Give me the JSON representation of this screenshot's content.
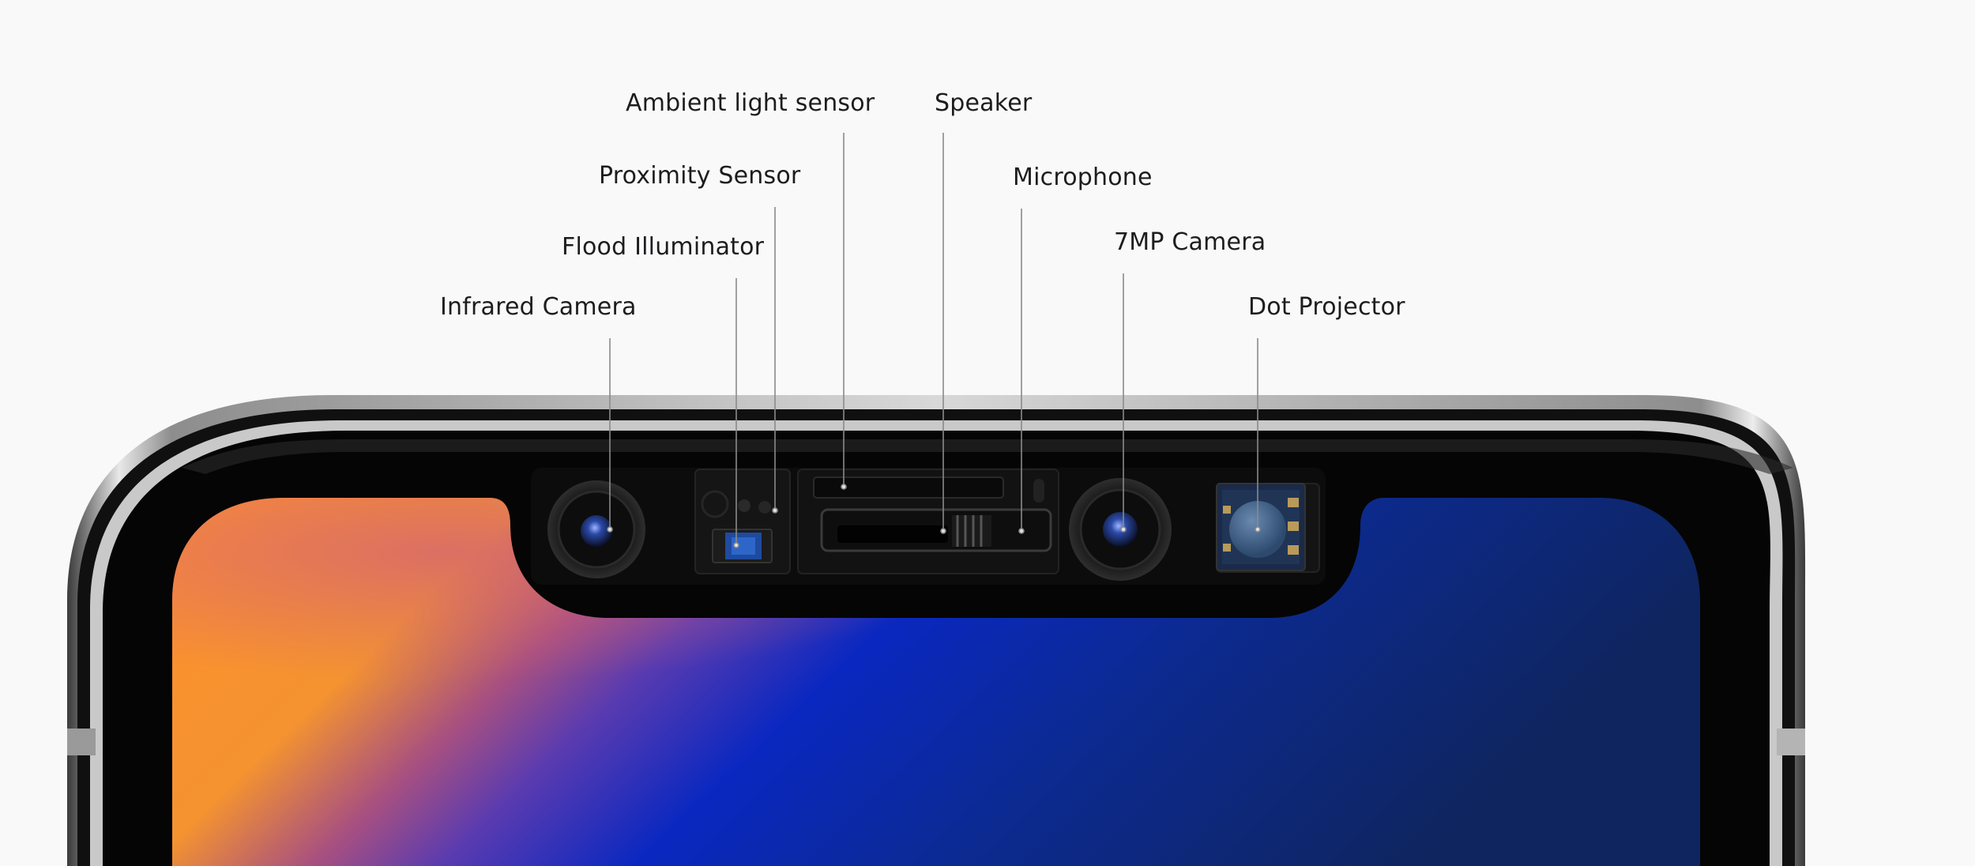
{
  "callouts": [
    {
      "id": "infrared-camera",
      "label": "Infrared Camera"
    },
    {
      "id": "flood-illuminator",
      "label": "Flood Illuminator"
    },
    {
      "id": "proximity-sensor",
      "label": "Proximity Sensor"
    },
    {
      "id": "ambient-light-sensor",
      "label": "Ambient light sensor"
    },
    {
      "id": "speaker",
      "label": "Speaker"
    },
    {
      "id": "microphone",
      "label": "Microphone"
    },
    {
      "id": "7mp-camera",
      "label": "7MP Camera"
    },
    {
      "id": "dot-projector",
      "label": "Dot Projector"
    }
  ],
  "colors": {
    "background": "#f9f9f9",
    "frame": "#111111",
    "screen-orange": "#ff9a2a",
    "screen-purple": "#6a3aa8",
    "screen-blue": "#0a2ab8",
    "screen-navy": "#0e2560",
    "leader-line": "#8a8a8a"
  }
}
